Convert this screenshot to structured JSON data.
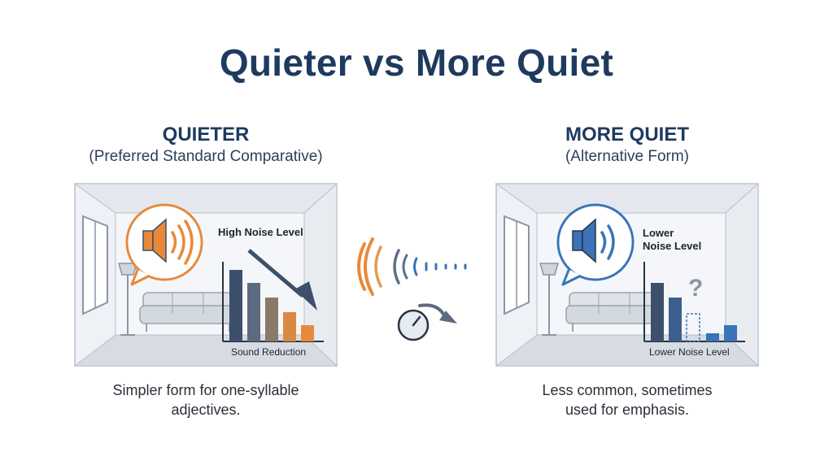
{
  "title": "Quieter vs More Quiet",
  "left": {
    "heading": "QUIETER",
    "subheading": "(Preferred Standard Comparative)",
    "chart_top_label": "High Noise Level",
    "chart_bottom_label": "Sound Reduction",
    "caption_line1": "Simpler form for one-syllable",
    "caption_line2": "adjectives."
  },
  "right": {
    "heading": "MORE QUIET",
    "subheading": "(Alternative Form)",
    "chart_top_label_line1": "Lower",
    "chart_top_label_line2": "Noise Level",
    "chart_bottom_label": "Lower Noise Level",
    "caption_line1": "Less common, sometimes",
    "caption_line2": "used for emphasis."
  },
  "colors": {
    "title": "#1e3a5f",
    "accent_orange": "#e8893a",
    "accent_blue": "#3a73b8",
    "bar_dark": "#3d4f6b"
  },
  "icons": [
    "speaker-icon",
    "sound-wave-icon",
    "volume-knob-icon",
    "question-mark-icon",
    "down-arrow-icon"
  ]
}
